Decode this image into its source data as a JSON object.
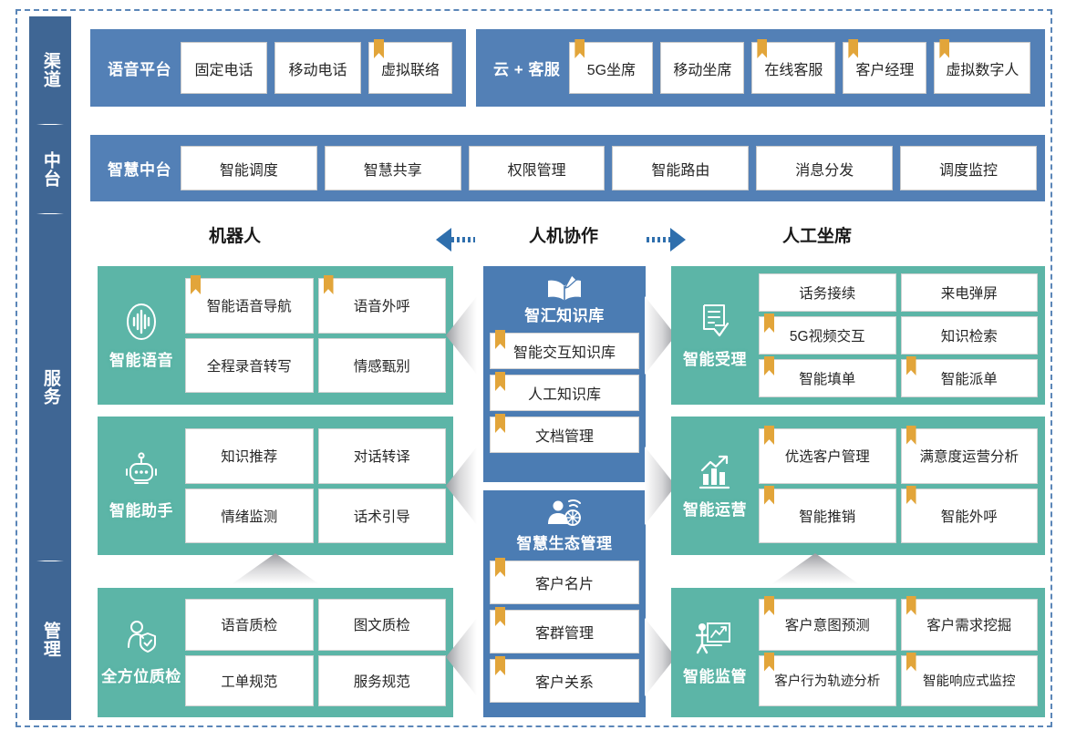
{
  "rail": {
    "segments": [
      {
        "label": "渠道"
      },
      {
        "label": "中台"
      },
      {
        "label": "服务"
      },
      {
        "label": "管理"
      }
    ]
  },
  "channel_row": {
    "groups": [
      {
        "title": "语音平台",
        "chips": [
          {
            "label": "固定电话",
            "ribbon": false
          },
          {
            "label": "移动电话",
            "ribbon": false
          },
          {
            "label": "虚拟联络",
            "ribbon": true
          }
        ]
      },
      {
        "title": "云 + 客服",
        "chips": [
          {
            "label": "5G坐席",
            "ribbon": true
          },
          {
            "label": "移动坐席",
            "ribbon": false
          },
          {
            "label": "在线客服",
            "ribbon": true
          },
          {
            "label": "客户经理",
            "ribbon": true
          },
          {
            "label": "虚拟数字人",
            "ribbon": true
          }
        ]
      }
    ]
  },
  "middle_row": {
    "title": "智慧中台",
    "chips": [
      {
        "label": "智能调度",
        "ribbon": false
      },
      {
        "label": "智慧共享",
        "ribbon": false
      },
      {
        "label": "权限管理",
        "ribbon": false
      },
      {
        "label": "智能路由",
        "ribbon": false
      },
      {
        "label": "消息分发",
        "ribbon": false
      },
      {
        "label": "调度监控",
        "ribbon": false
      }
    ]
  },
  "column_headers": {
    "left": "机器人",
    "center": "人机协作",
    "right": "人工坐席"
  },
  "left_panels": [
    {
      "title": "智能语音",
      "icon": "voice-wave-icon",
      "cols": 2,
      "cells": [
        {
          "label": "智能语音导航",
          "ribbon": true
        },
        {
          "label": "语音外呼",
          "ribbon": true
        },
        {
          "label": "全程录音转写",
          "ribbon": false
        },
        {
          "label": "情感甄别",
          "ribbon": false
        }
      ]
    },
    {
      "title": "智能助手",
      "icon": "robot-icon",
      "cols": 2,
      "cells": [
        {
          "label": "知识推荐",
          "ribbon": false
        },
        {
          "label": "对话转译",
          "ribbon": false
        },
        {
          "label": "情绪监测",
          "ribbon": false
        },
        {
          "label": "话术引导",
          "ribbon": false
        }
      ]
    },
    {
      "title": "全方位质检",
      "icon": "person-shield-icon",
      "cols": 2,
      "cells": [
        {
          "label": "语音质检",
          "ribbon": false
        },
        {
          "label": "图文质检",
          "ribbon": false
        },
        {
          "label": "工单规范",
          "ribbon": false
        },
        {
          "label": "服务规范",
          "ribbon": false
        }
      ]
    }
  ],
  "center_blocks": [
    {
      "title": "智汇知识库",
      "icon": "book-pen-icon",
      "cells": [
        {
          "label": "智能交互知识库",
          "ribbon": true
        },
        {
          "label": "人工知识库",
          "ribbon": true
        },
        {
          "label": "文档管理",
          "ribbon": true
        }
      ]
    },
    {
      "title": "智慧生态管理",
      "icon": "person-network-icon",
      "cells": [
        {
          "label": "客户名片",
          "ribbon": true
        },
        {
          "label": "客群管理",
          "ribbon": true
        },
        {
          "label": "客户关系",
          "ribbon": true
        }
      ]
    }
  ],
  "right_panels": [
    {
      "title": "智能受理",
      "icon": "form-check-icon",
      "cols": 2,
      "cells": [
        {
          "label": "话务接续",
          "ribbon": false
        },
        {
          "label": "来电弹屏",
          "ribbon": false
        },
        {
          "label": "5G视频交互",
          "ribbon": true
        },
        {
          "label": "知识检索",
          "ribbon": false
        },
        {
          "label": "智能填单",
          "ribbon": true
        },
        {
          "label": "智能派单",
          "ribbon": true
        }
      ]
    },
    {
      "title": "智能运营",
      "icon": "chart-growth-icon",
      "cols": 2,
      "cells": [
        {
          "label": "优选客户管理",
          "ribbon": true
        },
        {
          "label": "满意度运营分析",
          "ribbon": true
        },
        {
          "label": "智能推销",
          "ribbon": true
        },
        {
          "label": "智能外呼",
          "ribbon": true
        }
      ]
    },
    {
      "title": "智能监管",
      "icon": "presenter-board-icon",
      "cols": 2,
      "cells": [
        {
          "label": "客户意图预测",
          "ribbon": true
        },
        {
          "label": "客户需求挖掘",
          "ribbon": true
        },
        {
          "label": "客户行为轨迹分析",
          "ribbon": true
        },
        {
          "label": "智能响应式监控",
          "ribbon": true
        }
      ]
    }
  ],
  "colors": {
    "rail_blue": "#3f6694",
    "bar_blue": "#5380b6",
    "center_blue": "#4b7cb3",
    "panel_green": "#5cb5a7",
    "ribbon_gold": "#e2a53a",
    "arrow_blue": "#2f6fad",
    "frame_dash": "#5b86b8"
  }
}
